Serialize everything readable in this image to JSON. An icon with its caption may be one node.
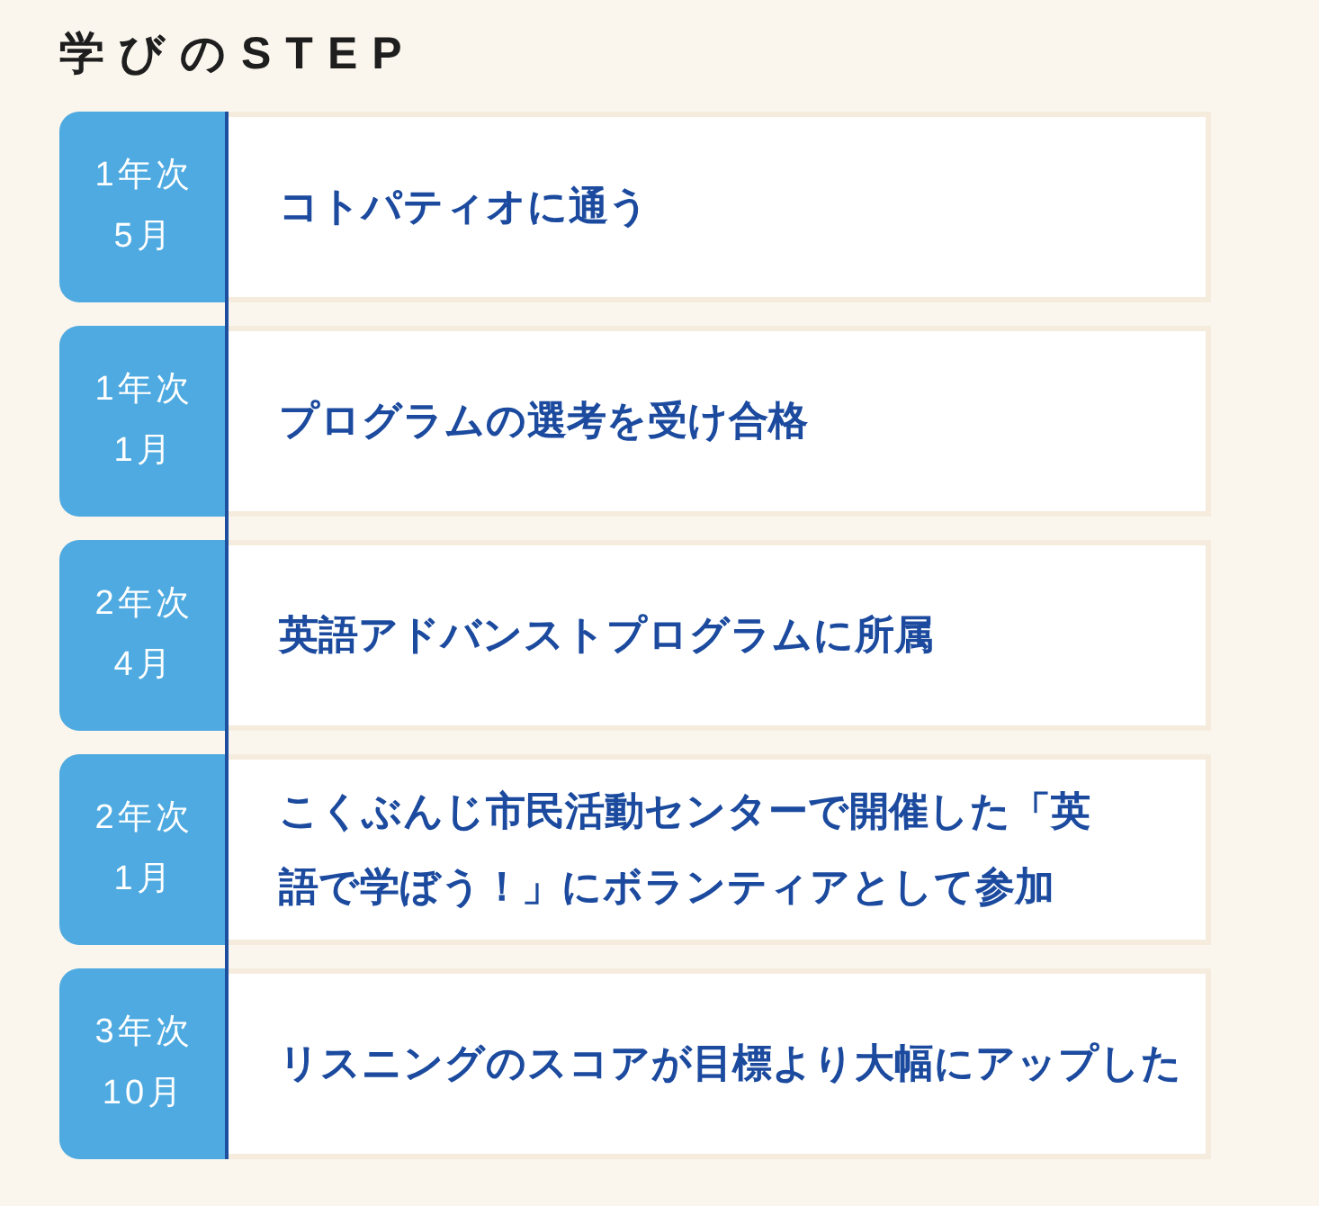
{
  "diagram": {
    "title": "学びのSTEP",
    "nodes": [
      {
        "text": [
          "1年次5月",
          "コトパティオに通う"
        ]
      },
      {
        "text": [
          "1年次1月",
          "プログラムの選考を受け合格"
        ]
      },
      {
        "text": [
          "2年次4月",
          "英語アドバンストプログラムに所属"
        ]
      },
      {
        "text": [
          "2年次1月",
          "こくぶんじ市民活動センターで開催した「英語で学ぼう！」にボランティアとして参加"
        ]
      },
      {
        "text": [
          "3年次10月",
          "リスニングのスコアが目標より大幅にアップした"
        ]
      }
    ],
    "edges": [
      {
        "from": 0,
        "to": 1,
        "arrow": "none"
      },
      {
        "from": 1,
        "to": 2,
        "arrow": "none"
      },
      {
        "from": 2,
        "to": 3,
        "arrow": "none"
      },
      {
        "from": 3,
        "to": 4,
        "arrow": "none"
      }
    ]
  }
}
